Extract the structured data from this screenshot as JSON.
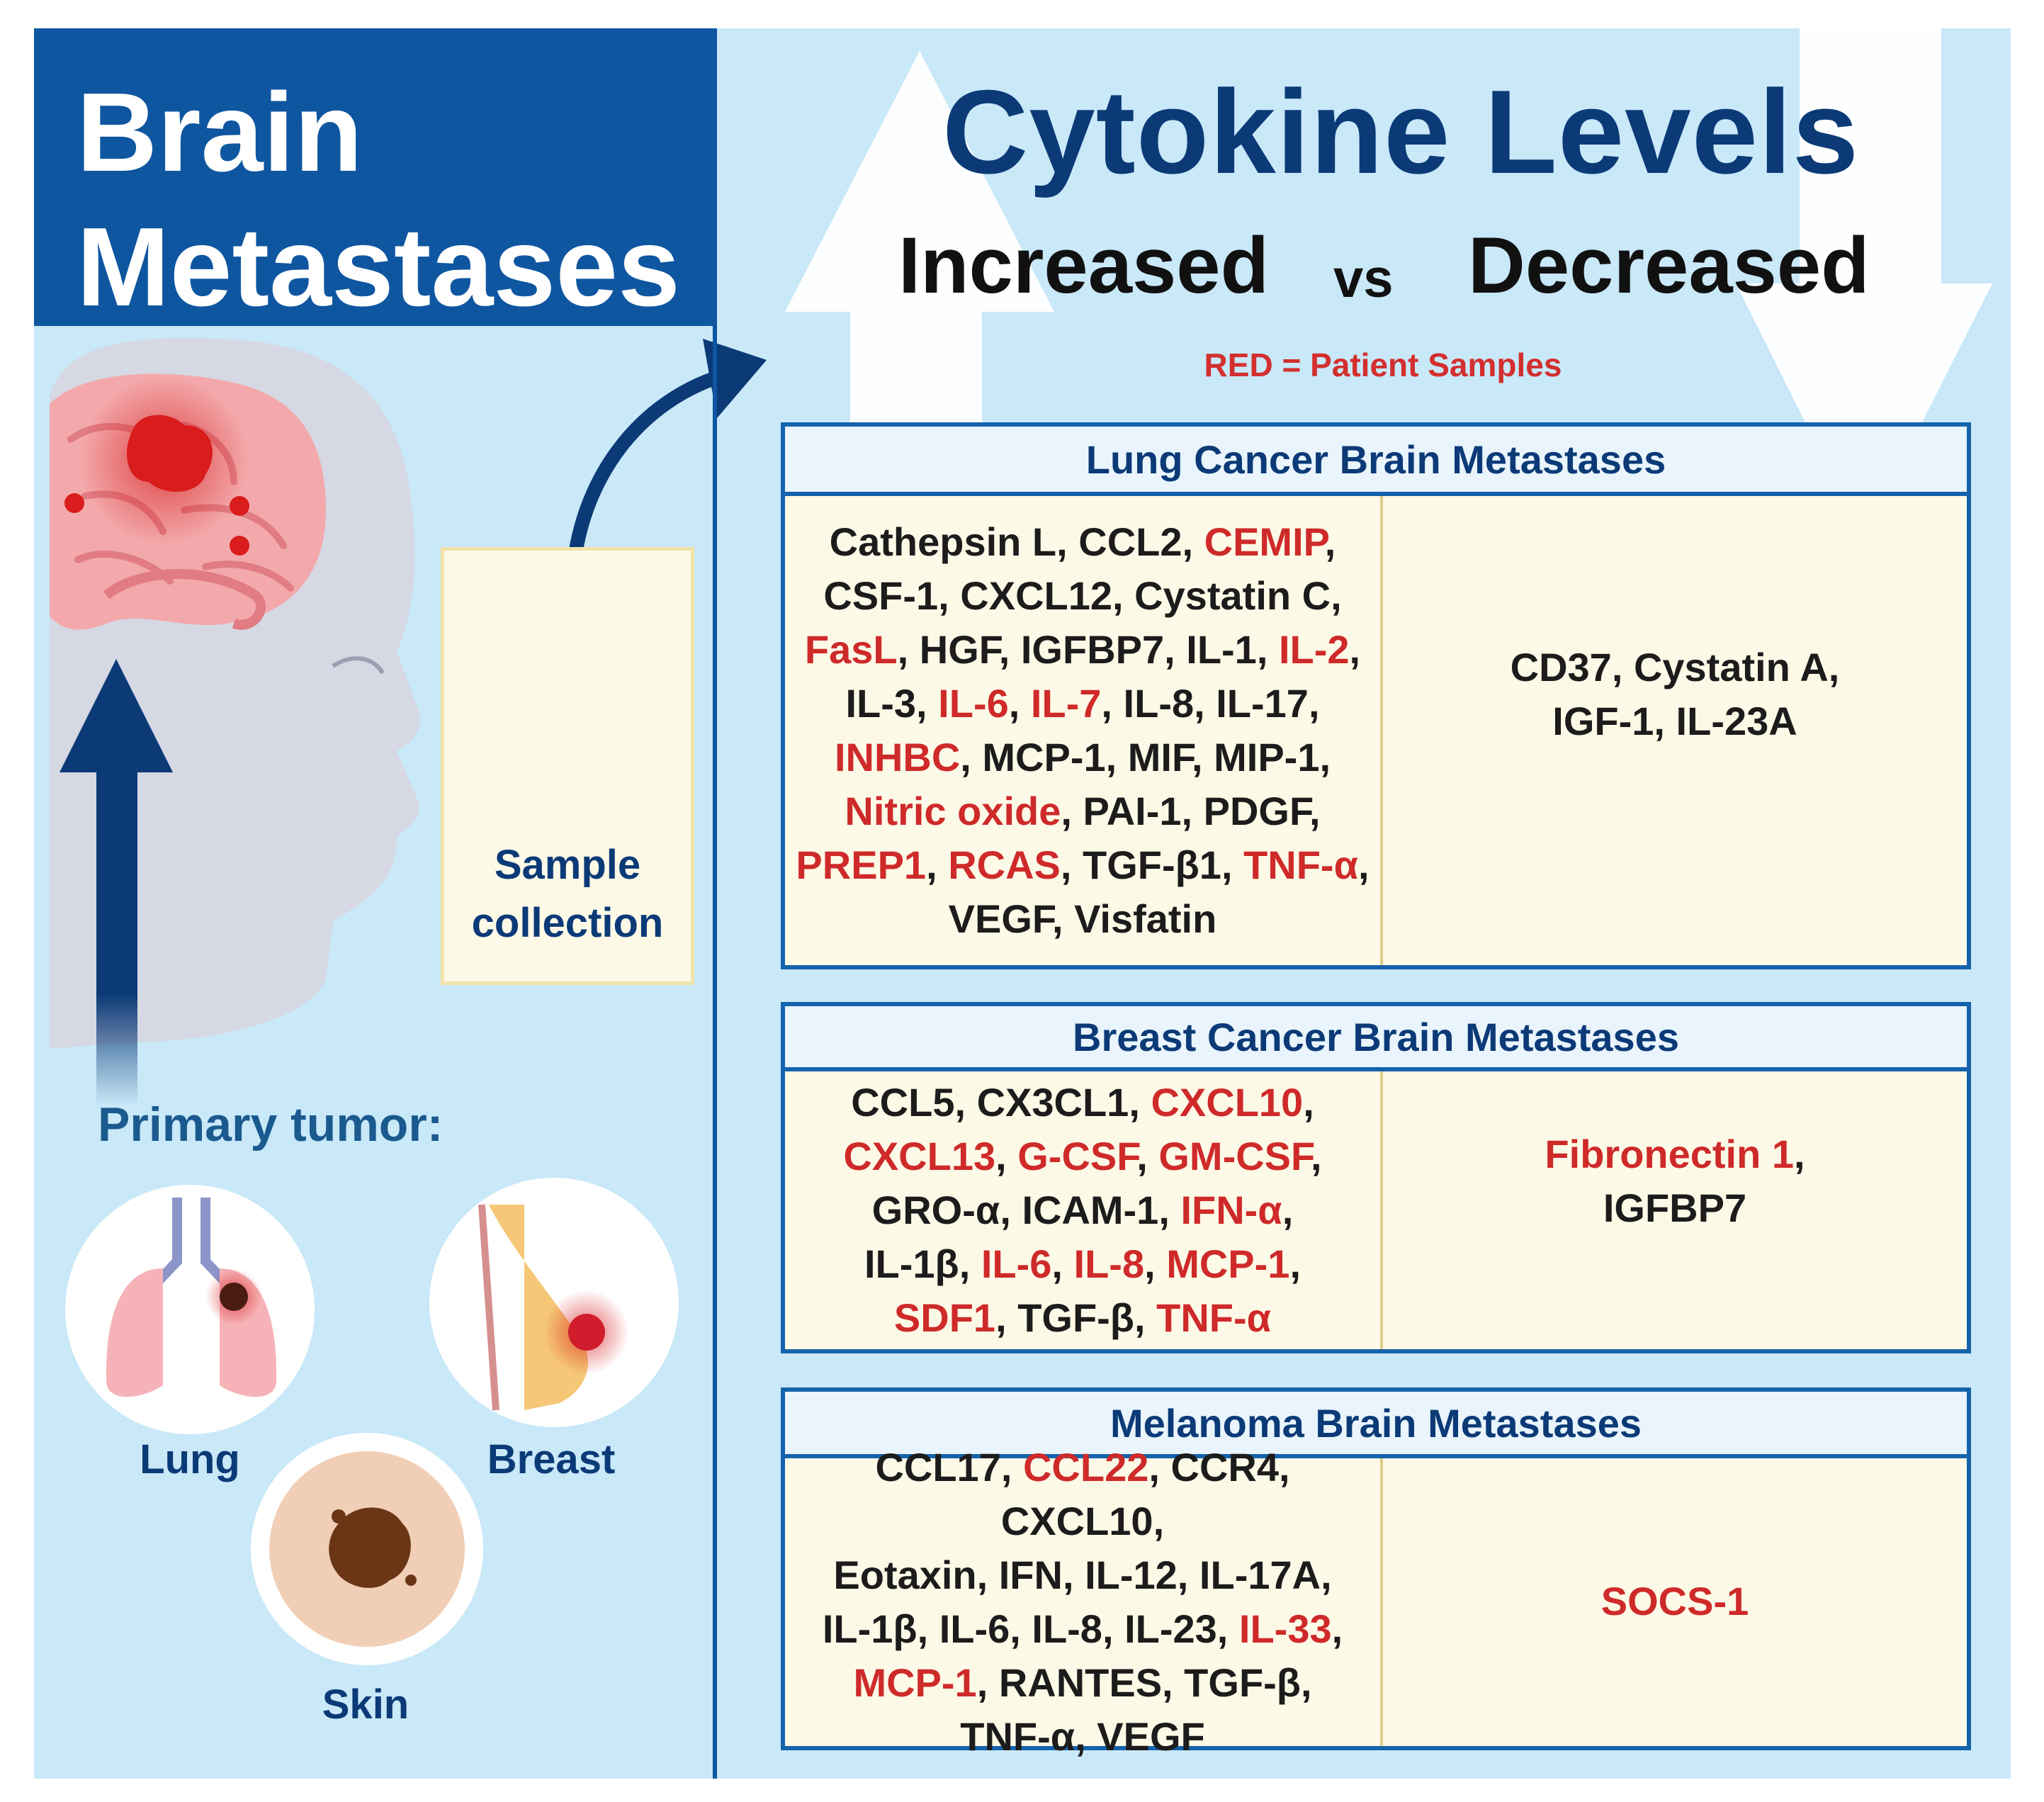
{
  "left": {
    "title_line1": "Brain",
    "title_line2": "Metastases",
    "sample_label_line1": "Sample",
    "sample_label_line2": "collection",
    "primary_tumor_label": "Primary tumor:",
    "organs": {
      "lung": "Lung",
      "breast": "Breast",
      "skin": "Skin"
    }
  },
  "right": {
    "title": "Cytokine Levels",
    "increased": "Increased",
    "vs": "vs",
    "decreased": "Decreased",
    "legend_note": "RED = Patient Samples"
  },
  "colors": {
    "dark_blue": "#0f56a0",
    "navy_text": "#0b3a77",
    "light_blue_bg": "#c9e8f8",
    "patient_red": "#cf2a2a",
    "cell_bg": "#fdf9e7"
  },
  "panels": [
    {
      "name": "Lung Cancer Brain Metastases",
      "increased": [
        {
          "t": "Cathepsin L",
          "r": false
        },
        {
          "t": "CCL2",
          "r": false
        },
        {
          "t": "CEMIP",
          "r": true
        },
        {
          "t": "CSF-1",
          "r": false
        },
        {
          "t": "CXCL12",
          "r": false
        },
        {
          "t": "Cystatin C",
          "r": false
        },
        {
          "t": "FasL",
          "r": true
        },
        {
          "t": "HGF",
          "r": false
        },
        {
          "t": "IGFBP7",
          "r": false
        },
        {
          "t": "IL-1",
          "r": false
        },
        {
          "t": "IL-2",
          "r": true
        },
        {
          "t": "IL-3",
          "r": false
        },
        {
          "t": "IL-6",
          "r": true
        },
        {
          "t": "IL-7",
          "r": true
        },
        {
          "t": "IL-8",
          "r": false
        },
        {
          "t": "IL-17",
          "r": false
        },
        {
          "t": "INHBC",
          "r": true
        },
        {
          "t": "MCP-1",
          "r": false
        },
        {
          "t": "MIF",
          "r": false
        },
        {
          "t": "MIP-1",
          "r": false
        },
        {
          "t": "Nitric oxide",
          "r": true
        },
        {
          "t": "PAI-1",
          "r": false
        },
        {
          "t": "PDGF",
          "r": false
        },
        {
          "t": "PREP1",
          "r": true
        },
        {
          "t": "RCAS",
          "r": true
        },
        {
          "t": "TGF-β1",
          "r": false
        },
        {
          "t": "TNF-α",
          "r": true
        },
        {
          "t": "VEGF",
          "r": false
        },
        {
          "t": "Visfatin",
          "r": false
        }
      ],
      "increased_lines": [
        3,
        3,
        5,
        5,
        4,
        3,
        4,
        2
      ],
      "decreased": [
        {
          "t": "CD37",
          "r": false
        },
        {
          "t": "Cystatin A",
          "r": false
        },
        {
          "t": "IGF-1",
          "r": false
        },
        {
          "t": "IL-23A",
          "r": false
        }
      ],
      "decreased_lines": [
        2,
        2
      ]
    },
    {
      "name": "Breast Cancer Brain Metastases",
      "increased": [
        {
          "t": "CCL5",
          "r": false
        },
        {
          "t": "CX3CL1",
          "r": false
        },
        {
          "t": "CXCL10",
          "r": true
        },
        {
          "t": "CXCL13",
          "r": true
        },
        {
          "t": "G-CSF",
          "r": true
        },
        {
          "t": "GM-CSF",
          "r": true
        },
        {
          "t": "GRO-α",
          "r": false
        },
        {
          "t": "ICAM-1",
          "r": false
        },
        {
          "t": "IFN-α",
          "r": true
        },
        {
          "t": "IL-1β",
          "r": false
        },
        {
          "t": "IL-6",
          "r": true
        },
        {
          "t": "IL-8",
          "r": true
        },
        {
          "t": "MCP-1",
          "r": true
        },
        {
          "t": "SDF1",
          "r": true
        },
        {
          "t": "TGF-β",
          "r": false
        },
        {
          "t": "TNF-α",
          "r": true
        }
      ],
      "increased_lines": [
        3,
        3,
        3,
        4,
        3
      ],
      "decreased": [
        {
          "t": "Fibronectin 1",
          "r": true
        },
        {
          "t": "IGFBP7",
          "r": false
        }
      ],
      "decreased_lines": [
        1,
        1
      ]
    },
    {
      "name": "Melanoma Brain Metastases",
      "increased": [
        {
          "t": "CCL17",
          "r": false
        },
        {
          "t": "CCL22",
          "r": true
        },
        {
          "t": "CCR4",
          "r": false
        },
        {
          "t": "CXCL10",
          "r": false
        },
        {
          "t": "Eotaxin",
          "r": false
        },
        {
          "t": "IFN",
          "r": false
        },
        {
          "t": "IL-12",
          "r": false
        },
        {
          "t": "IL-17A",
          "r": false
        },
        {
          "t": "IL-1β",
          "r": false
        },
        {
          "t": "IL-6",
          "r": false
        },
        {
          "t": "IL-8",
          "r": false
        },
        {
          "t": "IL-23",
          "r": false
        },
        {
          "t": "IL-33",
          "r": true
        },
        {
          "t": "MCP-1",
          "r": true
        },
        {
          "t": "RANTES",
          "r": false
        },
        {
          "t": "TGF-β",
          "r": false
        },
        {
          "t": "TNF-α",
          "r": false
        },
        {
          "t": "VEGF",
          "r": false
        }
      ],
      "increased_lines": [
        4,
        4,
        5,
        3,
        2
      ],
      "decreased": [
        {
          "t": "SOCS-1",
          "r": true
        }
      ],
      "decreased_lines": [
        1
      ]
    }
  ]
}
